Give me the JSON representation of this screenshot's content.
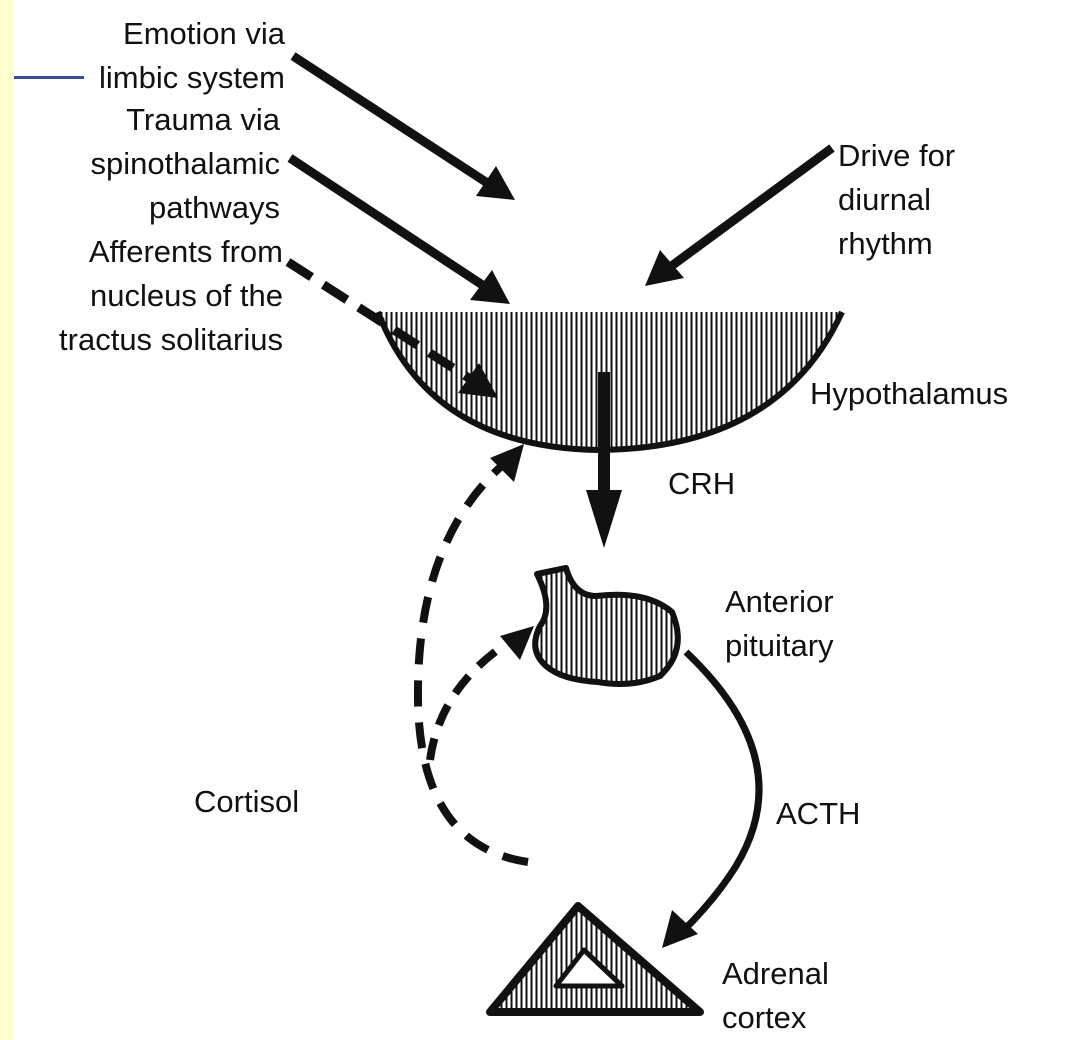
{
  "inputs": {
    "emotion": [
      "Emotion via",
      "limbic system"
    ],
    "trauma": [
      "Trauma via",
      "spinothalamic",
      "pathways"
    ],
    "afferents": [
      "Afferents from",
      "nucleus of the",
      "tractus solitarius"
    ],
    "diurnal": [
      "Drive for",
      "diurnal",
      "rhythm"
    ]
  },
  "nodes": {
    "hypothalamus": "Hypothalamus",
    "pituitary": [
      "Anterior",
      "pituitary"
    ],
    "adrenal": [
      "Adrenal",
      "cortex"
    ]
  },
  "signals": {
    "crh": "CRH",
    "acth": "ACTH",
    "cortisol": "Cortisol"
  },
  "colors": {
    "ink": "#111111",
    "left_strip": "#ffffcc",
    "accent_line": "#3b4a9c"
  }
}
